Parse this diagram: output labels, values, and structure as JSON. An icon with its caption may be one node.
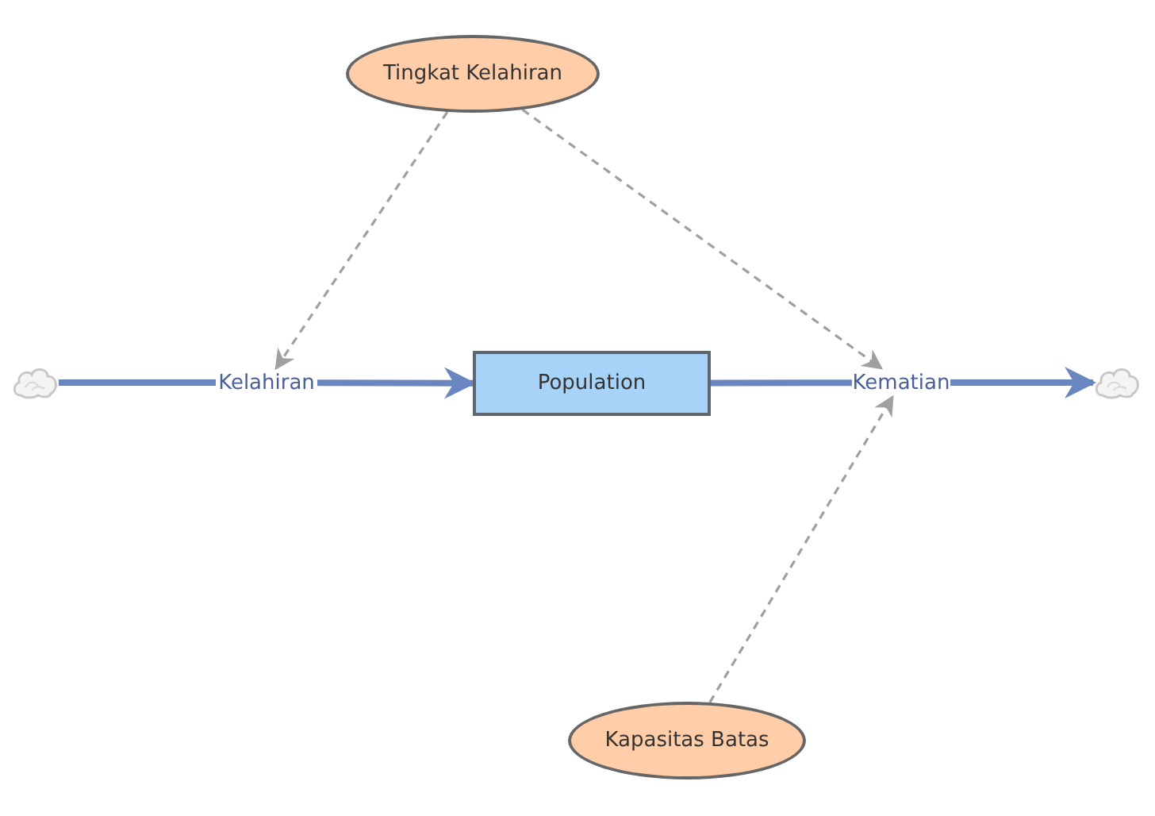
{
  "diagram": {
    "nodes": [
      {
        "text": [],
        "shape": "cloud"
      },
      {
        "text": [
          "Kelahiran"
        ]
      },
      {
        "text": [
          "Population"
        ]
      },
      {
        "text": [
          "Kematian"
        ]
      },
      {
        "text": [],
        "shape": "cloud"
      },
      {
        "text": [
          "Tingkat Kelahiran"
        ]
      },
      {
        "text": [
          "Kapasitas Batas"
        ]
      }
    ],
    "edges": [
      {
        "from": 0,
        "to": 1,
        "arrow": "none"
      },
      {
        "from": 1,
        "to": 2,
        "arrow": "to"
      },
      {
        "from": 2,
        "to": 3,
        "arrow": "none"
      },
      {
        "from": 3,
        "to": 4,
        "arrow": "to"
      },
      {
        "from": 5,
        "to": 1,
        "arrow": "to",
        "style": "dashed",
        "color": "#a0a0a0"
      },
      {
        "from": 5,
        "to": 3,
        "arrow": "to",
        "style": "dashed",
        "color": "#a0a0a0"
      },
      {
        "from": 6,
        "to": 3,
        "arrow": "to",
        "style": "dashed",
        "color": "#a0a0a0"
      }
    ]
  }
}
